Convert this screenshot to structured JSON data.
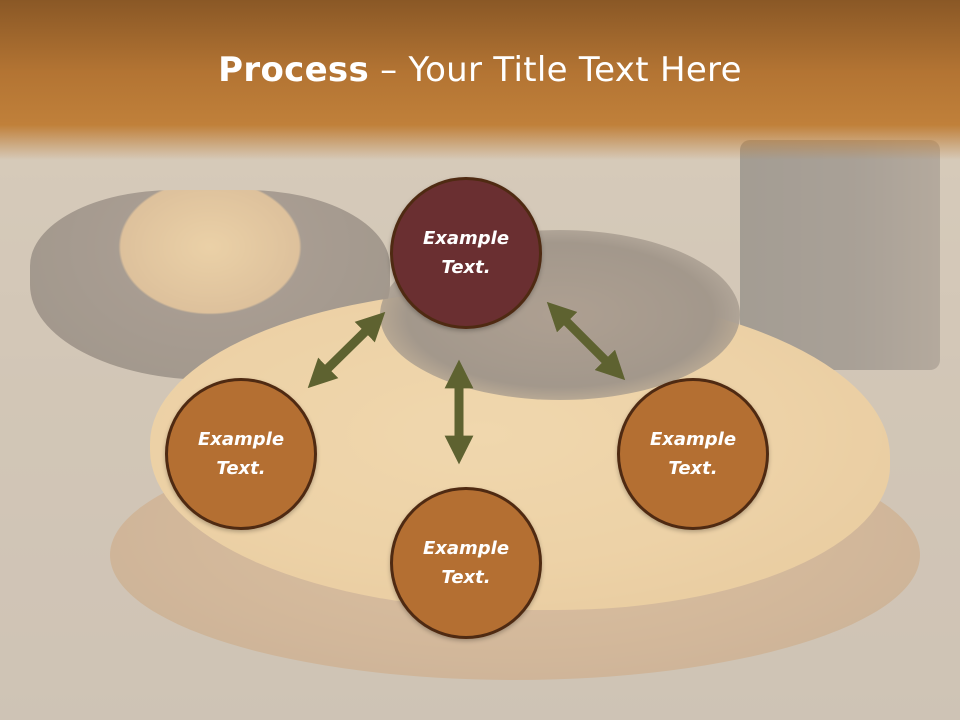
{
  "slide": {
    "title_bold": "Process",
    "title_rest": " – Your Title Text Here"
  },
  "colors": {
    "title_band": "#b37433",
    "center_node": "#6a2f31",
    "outer_node": "#b46f32",
    "node_border": "#4f2a12",
    "arrow": "#5e6230"
  },
  "diagram": {
    "nodes": [
      {
        "id": "top",
        "text": "Example\nText."
      },
      {
        "id": "left",
        "text": "Example\nText."
      },
      {
        "id": "right",
        "text": "Example\nText."
      },
      {
        "id": "bottom",
        "text": "Example\nText."
      }
    ],
    "edges": [
      {
        "from": "top",
        "to": "left",
        "style": "double-arrow"
      },
      {
        "from": "top",
        "to": "right",
        "style": "double-arrow"
      },
      {
        "from": "top",
        "to": "bottom",
        "style": "double-arrow"
      }
    ]
  }
}
